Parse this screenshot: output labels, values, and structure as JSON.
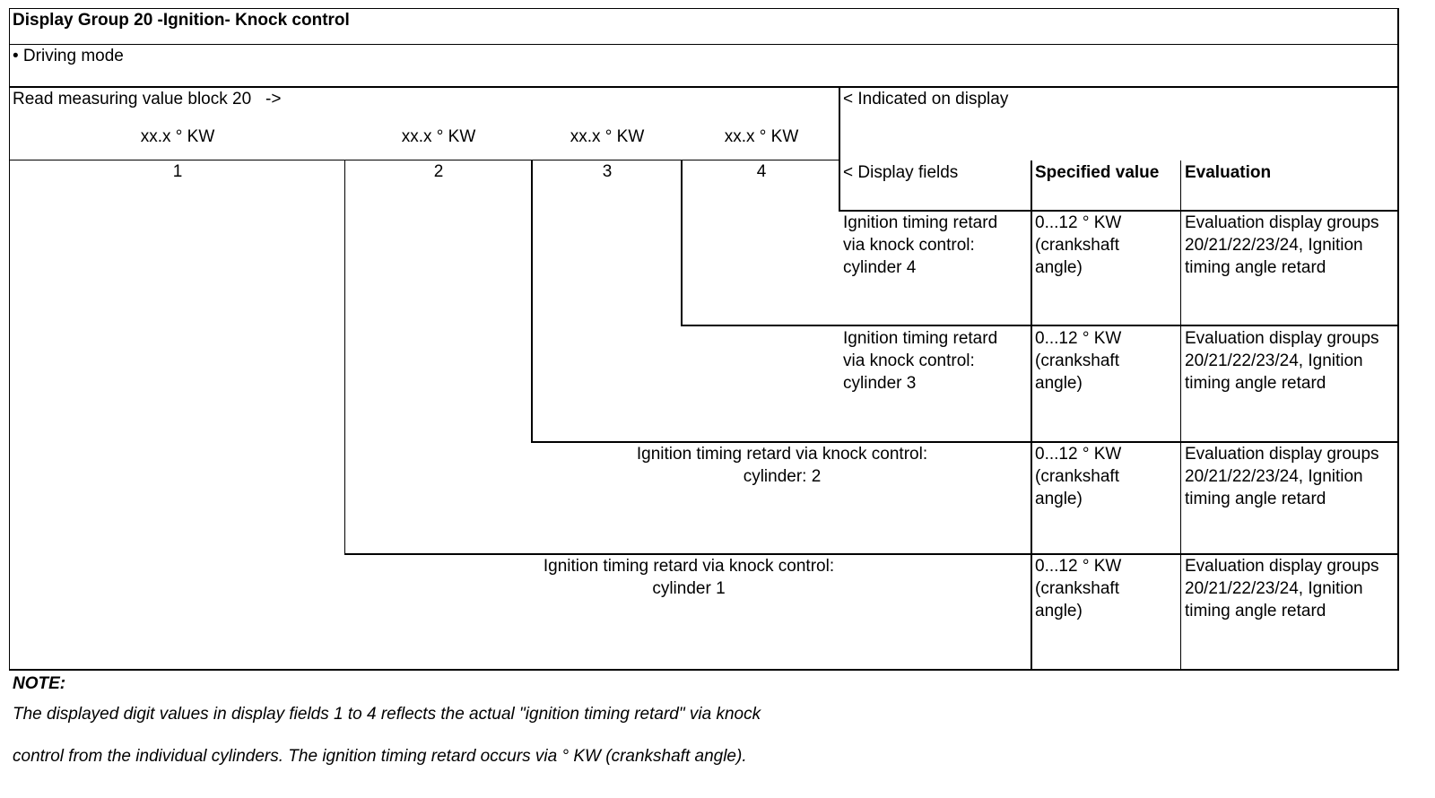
{
  "title": "Display Group 20 -Ignition- Knock control",
  "condition": "• Driving mode",
  "block_label": "Read measuring value block 20   ->",
  "indicated_label": "< Indicated on display",
  "display_values": [
    "xx.x ° KW",
    "xx.x ° KW",
    "xx.x ° KW",
    "xx.x ° KW"
  ],
  "field_numbers": [
    "1",
    "2",
    "3",
    "4"
  ],
  "headers": {
    "display_fields": "< Display fields",
    "specified_value": "Specified value",
    "evaluation": "Evaluation"
  },
  "rows": [
    {
      "field": "4",
      "description": "Ignition timing retard via knock control: cylinder 4",
      "specified": "0...12 ° KW (crankshaft angle)",
      "evaluation": "Evaluation display groups 20/21/22/23/24, Ignition timing angle retard"
    },
    {
      "field": "3",
      "description": "Ignition timing retard via knock control: cylinder 3",
      "specified": "0...12 ° KW (crankshaft angle)",
      "evaluation": "Evaluation display groups 20/21/22/23/24, Ignition timing angle retard"
    },
    {
      "field": "2",
      "description_line1": "Ignition timing retard via knock control:",
      "description_line2": "cylinder: 2",
      "specified": "0...12 ° KW (crankshaft angle)",
      "evaluation": "Evaluation display groups 20/21/22/23/24, Ignition timing angle retard"
    },
    {
      "field": "1",
      "description_line1": "Ignition timing retard via knock control:",
      "description_line2": "cylinder 1",
      "specified": "0...12 ° KW (crankshaft angle)",
      "evaluation": "Evaluation display groups 20/21/22/23/24, Ignition timing angle retard"
    }
  ],
  "note": {
    "heading": "NOTE:",
    "line1": "The displayed digit values in display fields 1 to 4 reflects the actual \"ignition timing retard\" via knock",
    "line2": "control from the individual cylinders. The ignition timing retard occurs via ° KW (crankshaft angle)."
  }
}
